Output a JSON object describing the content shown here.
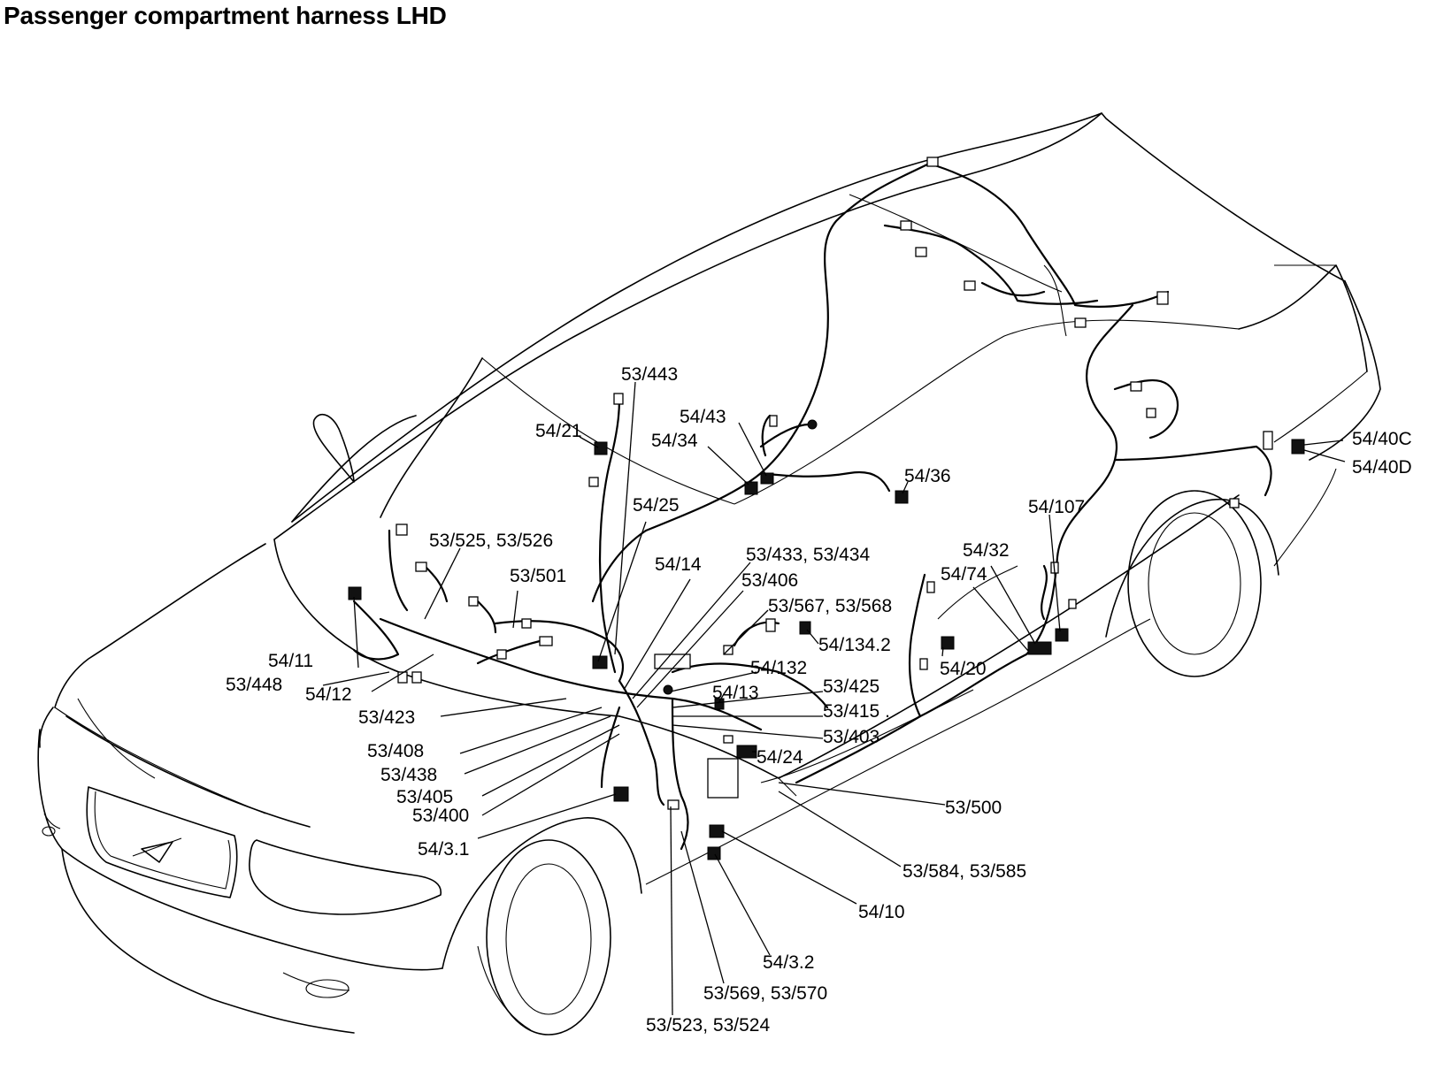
{
  "title": "Passenger compartment harness LHD",
  "labels": [
    {
      "id": "53/443",
      "text": "53/443"
    },
    {
      "id": "54/21",
      "text": "54/21"
    },
    {
      "id": "54/43",
      "text": "54/43"
    },
    {
      "id": "54/34",
      "text": "54/34"
    },
    {
      "id": "54/36",
      "text": "54/36"
    },
    {
      "id": "54/25",
      "text": "54/25"
    },
    {
      "id": "53/525",
      "text": "53/525, 53/526"
    },
    {
      "id": "53/501",
      "text": "53/501"
    },
    {
      "id": "54/14",
      "text": "54/14"
    },
    {
      "id": "53/433",
      "text": "53/433, 53/434"
    },
    {
      "id": "53/406",
      "text": "53/406"
    },
    {
      "id": "53/567",
      "text": "53/567, 53/568"
    },
    {
      "id": "54/134.2",
      "text": "54/134.2"
    },
    {
      "id": "54/132",
      "text": "54/132"
    },
    {
      "id": "54/11",
      "text": "54/11"
    },
    {
      "id": "53/448",
      "text": "53/448"
    },
    {
      "id": "54/12",
      "text": "54/12"
    },
    {
      "id": "54/13",
      "text": "54/13"
    },
    {
      "id": "53/425",
      "text": "53/425"
    },
    {
      "id": "53/423",
      "text": "53/423"
    },
    {
      "id": "53/415",
      "text": "53/415 ."
    },
    {
      "id": "53/408",
      "text": "53/408"
    },
    {
      "id": "53/403",
      "text": "53/403"
    },
    {
      "id": "53/438",
      "text": "53/438"
    },
    {
      "id": "54/24",
      "text": "54/24"
    },
    {
      "id": "53/405",
      "text": "53/405"
    },
    {
      "id": "53/400",
      "text": "53/400"
    },
    {
      "id": "53/500",
      "text": "53/500"
    },
    {
      "id": "54/3.1",
      "text": "54/3.1"
    },
    {
      "id": "53/584",
      "text": "53/584, 53/585"
    },
    {
      "id": "54/10",
      "text": "54/10"
    },
    {
      "id": "54/3.2",
      "text": "54/3.2"
    },
    {
      "id": "53/569",
      "text": "53/569, 53/570"
    },
    {
      "id": "53/523",
      "text": "53/523, 53/524"
    },
    {
      "id": "54/32",
      "text": "54/32"
    },
    {
      "id": "54/74",
      "text": "54/74"
    },
    {
      "id": "54/107",
      "text": "54/107"
    },
    {
      "id": "54/20",
      "text": "54/20"
    },
    {
      "id": "54/40C",
      "text": "54/40C"
    },
    {
      "id": "54/40D",
      "text": "54/40D"
    }
  ]
}
